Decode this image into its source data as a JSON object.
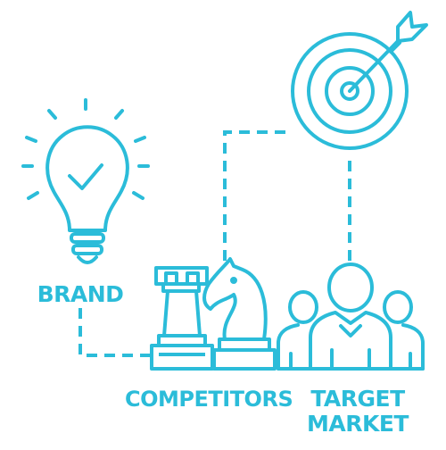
{
  "theme": {
    "accent": "#2bbcd9",
    "background": "#ffffff"
  },
  "nodes": {
    "brand": {
      "label": "BRAND",
      "icon": "lightbulb-check-icon"
    },
    "competitors": {
      "label": "COMPETITORS",
      "icons": [
        "chess-rook-icon",
        "chess-knight-icon"
      ]
    },
    "target_market": {
      "label_line1": "TARGET",
      "label_line2": "MARKET",
      "icon": "people-group-icon"
    },
    "goal": {
      "icon": "target-arrow-icon"
    }
  },
  "connectors": [
    {
      "from": "brand",
      "to": "competitors",
      "style": "dashed"
    },
    {
      "from": "competitors",
      "to": "goal",
      "style": "dashed"
    },
    {
      "from": "target_market",
      "to": "goal",
      "style": "dashed"
    }
  ]
}
